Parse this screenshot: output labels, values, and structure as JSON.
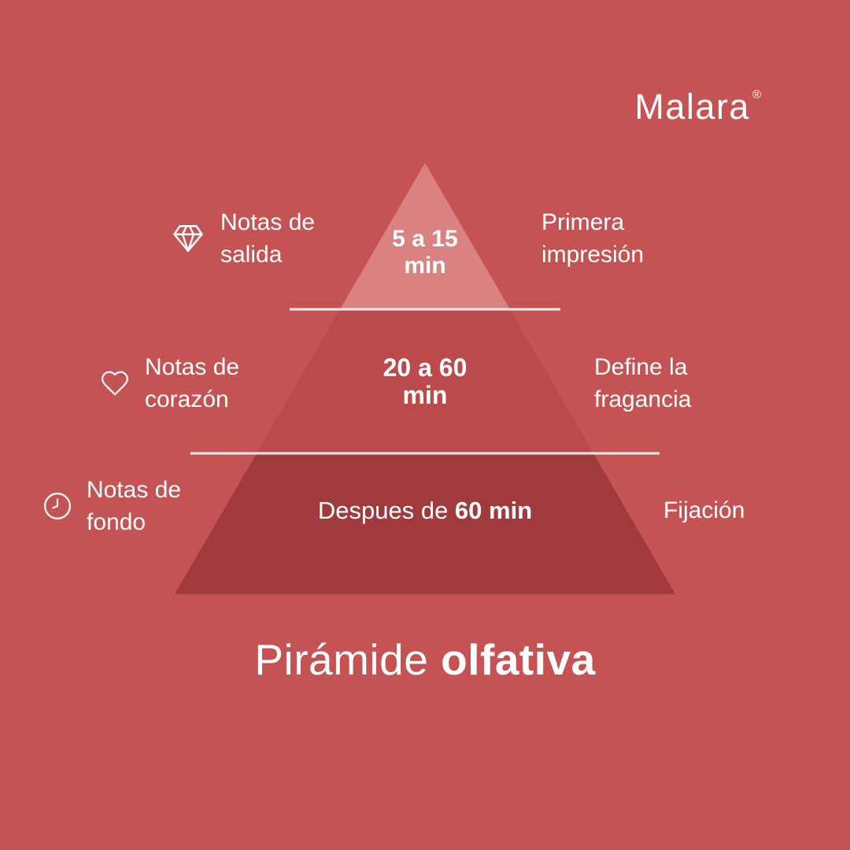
{
  "colors": {
    "background": "#c55353",
    "tier_top": "#da8181",
    "tier_middle": "#bc4a4a",
    "tier_bottom": "#a03a3c",
    "divider": "#f6eded",
    "text": "#ffffff"
  },
  "brand": {
    "name": "Malara",
    "registered_mark": "®"
  },
  "tiers": [
    {
      "name": "top",
      "icon": "diamond-icon",
      "left_label": {
        "line1": "Notas de",
        "line2": "salida"
      },
      "time": {
        "line1": "5 a 15",
        "line2": "min"
      },
      "right_label": {
        "line1": "Primera",
        "line2": "impresión"
      }
    },
    {
      "name": "middle",
      "icon": "heart-icon",
      "left_label": {
        "line1": "Notas de",
        "line2": "corazón"
      },
      "time": {
        "line1": "20 a 60",
        "line2": "min"
      },
      "right_label": {
        "line1": "Define la",
        "line2": "fragancia"
      }
    },
    {
      "name": "bottom",
      "icon": "clock-icon",
      "left_label": {
        "line1": "Notas de",
        "line2": "fondo"
      },
      "time": {
        "regular": "Despues de ",
        "bold": "60 min"
      },
      "right_label": {
        "line1": "Fijación"
      }
    }
  ],
  "title": {
    "regular": "Pirámide ",
    "bold": "olfativa"
  }
}
